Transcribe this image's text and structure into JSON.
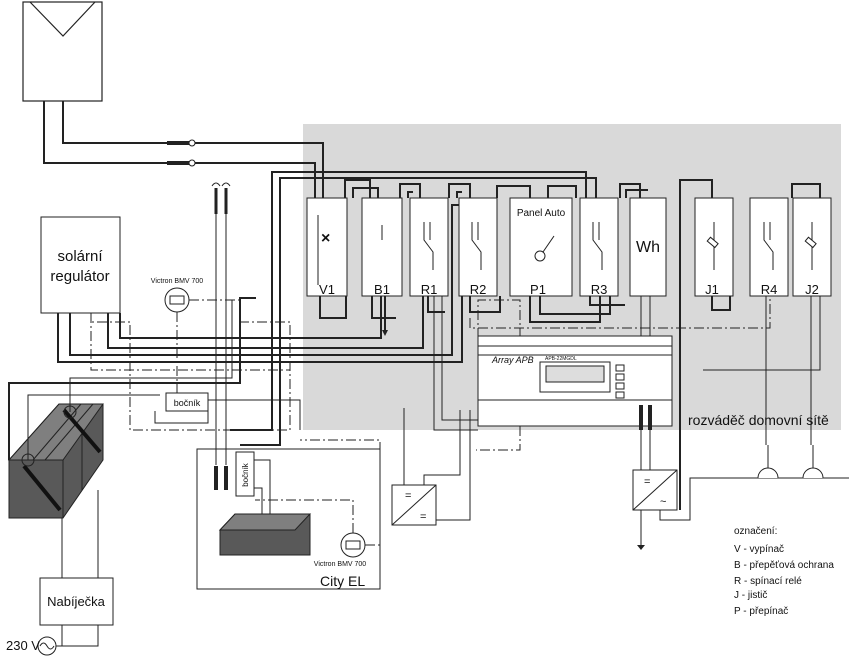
{
  "labels": {
    "solar_regulator_line1": "solární",
    "solar_regulator_line2": "regulátor",
    "meter_label": "Victron BMV 700",
    "shunt_label": "bočník",
    "charger_label": "Nabíječka",
    "mains_label": "230 V",
    "city_el_label": "City EL",
    "board_label": "rozváděč domovní sítě",
    "plc_brand": "Array APB",
    "plc_model": "APB-22MGDL",
    "panel_auto": "Panel Auto",
    "wh_label": "Wh",
    "dcdc_in": "=",
    "dcdc_out": "=",
    "inverter_in": "=",
    "inverter_out": "~"
  },
  "modules": [
    {
      "label": "V1"
    },
    {
      "label": "B1"
    },
    {
      "label": "R1"
    },
    {
      "label": "R2"
    },
    {
      "label": "P1"
    },
    {
      "label": "R3"
    },
    {
      "label": "Wh"
    },
    {
      "label": "J1"
    },
    {
      "label": "R4"
    },
    {
      "label": "J2"
    }
  ],
  "legend": {
    "title": "označení:",
    "items": [
      "V - vypínač",
      "B - přepěťová ochrana",
      "R - spínací relé",
      "J - jistič",
      "P - přepínač"
    ]
  }
}
